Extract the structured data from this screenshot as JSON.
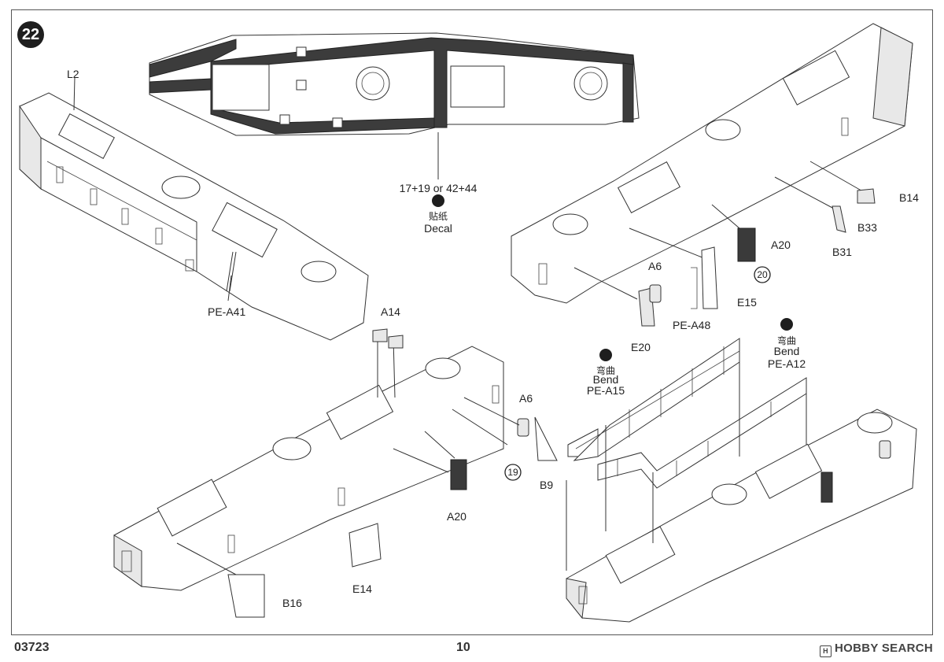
{
  "step": "22",
  "decal": {
    "options": "17+19 or 42+44",
    "cn": "贴纸",
    "en": "Decal"
  },
  "callouts": {
    "L2": "L2",
    "PE_A41": "PE-A41",
    "A14": "A14",
    "A6_top": "A6",
    "A6_bottom": "A6",
    "E20": "E20",
    "PE_A48": "PE-A48",
    "E15": "E15",
    "A20_top": "A20",
    "A20_bottom": "A20",
    "B31": "B31",
    "B33": "B33",
    "B14": "B14",
    "B9": "B9",
    "B16": "B16",
    "E14": "E14",
    "n20": "20",
    "n19": "19"
  },
  "bend_a15": {
    "cn": "弯曲",
    "en": "Bend",
    "part": "PE-A15"
  },
  "bend_a12": {
    "cn": "弯曲",
    "en": "Bend",
    "part": "PE-A12"
  },
  "footer": {
    "code": "03723",
    "page": "10",
    "brand": "HOBBY SEARCH",
    "brand_mark": "H"
  }
}
